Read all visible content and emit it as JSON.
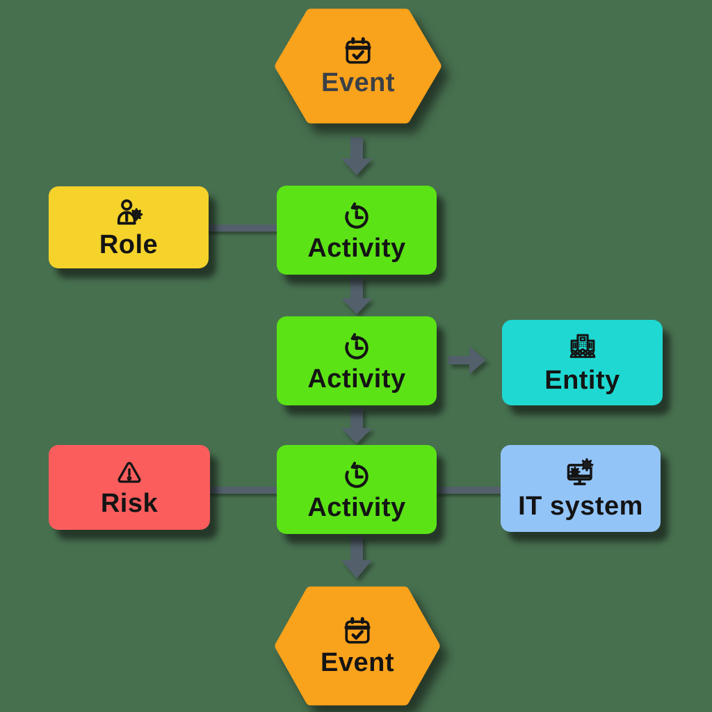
{
  "diagram": {
    "background_color": "#47704F",
    "connector_color": "#53606C",
    "shadow_color": "rgba(10,10,10,0.55)",
    "nodes": {
      "event_top": {
        "label": "Event",
        "shape": "hexagon",
        "fill": "#F9A21C",
        "icon": "calendar-check-icon",
        "text_color": "#3A4046"
      },
      "role": {
        "label": "Role",
        "shape": "rounded-rect",
        "fill": "#F5D32B",
        "icon": "person-gear-icon",
        "text_color": "#141414"
      },
      "activity_1": {
        "label": "Activity",
        "shape": "rounded-rect",
        "fill": "#5BE316",
        "icon": "clock-history-icon",
        "text_color": "#141414"
      },
      "activity_2": {
        "label": "Activity",
        "shape": "rounded-rect",
        "fill": "#5BE316",
        "icon": "clock-history-icon",
        "text_color": "#141414"
      },
      "entity": {
        "label": "Entity",
        "shape": "rounded-rect",
        "fill": "#1FD8D2",
        "icon": "building-people-icon",
        "text_color": "#141414"
      },
      "risk": {
        "label": "Risk",
        "shape": "rounded-rect",
        "fill": "#FB5D5D",
        "icon": "warning-triangle-icon",
        "text_color": "#141414"
      },
      "activity_3": {
        "label": "Activity",
        "shape": "rounded-rect",
        "fill": "#5BE316",
        "icon": "clock-history-icon",
        "text_color": "#141414"
      },
      "it_system": {
        "label": "IT system",
        "shape": "rounded-rect",
        "fill": "#93C4F8",
        "icon": "monitor-gears-icon",
        "text_color": "#141414"
      },
      "event_bottom": {
        "label": "Event",
        "shape": "hexagon",
        "fill": "#F9A21C",
        "icon": "calendar-check-icon",
        "text_color": "#141414"
      }
    },
    "edges": [
      {
        "from": "event_top",
        "to": "activity_1",
        "type": "arrow",
        "direction": "down"
      },
      {
        "from": "role",
        "to": "activity_1",
        "type": "line",
        "direction": "horizontal"
      },
      {
        "from": "activity_1",
        "to": "activity_2",
        "type": "arrow",
        "direction": "down"
      },
      {
        "from": "activity_2",
        "to": "entity",
        "type": "arrow",
        "direction": "right"
      },
      {
        "from": "activity_2",
        "to": "activity_3",
        "type": "arrow",
        "direction": "down"
      },
      {
        "from": "risk",
        "to": "activity_3",
        "type": "line",
        "direction": "horizontal"
      },
      {
        "from": "activity_3",
        "to": "it_system",
        "type": "line",
        "direction": "horizontal"
      },
      {
        "from": "activity_3",
        "to": "event_bottom",
        "type": "arrow",
        "direction": "down"
      }
    ]
  }
}
